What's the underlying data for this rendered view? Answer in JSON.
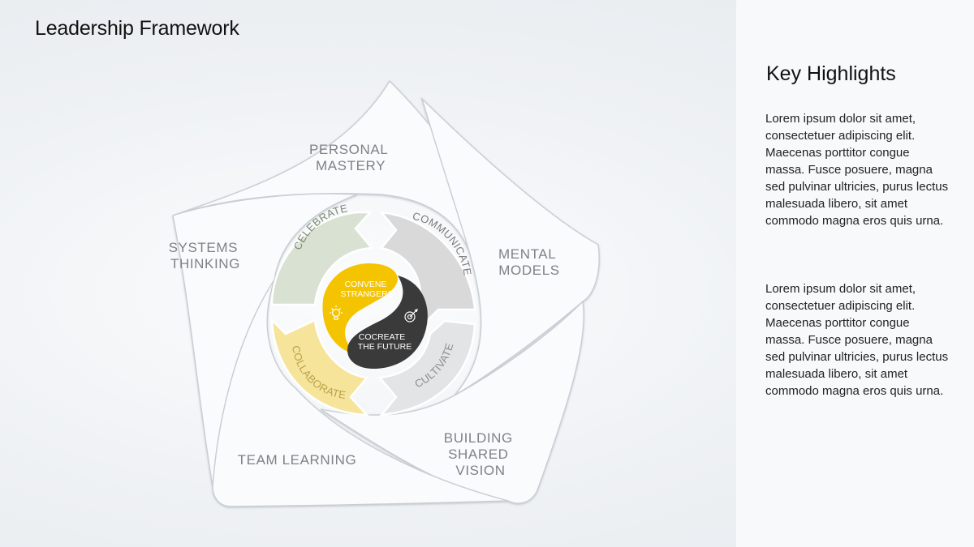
{
  "slide": {
    "title": "Leadership Framework"
  },
  "diagram": {
    "outer": {
      "personal_mastery": [
        "PERSONAL",
        "MASTERY"
      ],
      "mental_models": [
        "MENTAL",
        "MODELS"
      ],
      "building_shared_vision": [
        "BUILDING",
        "SHARED",
        "VISION"
      ],
      "team_learning": [
        "TEAM LEARNING"
      ],
      "systems_thinking": [
        "SYSTEMS",
        "THINKING"
      ]
    },
    "ring": {
      "celebrate": "CELEBRATE",
      "communicate": "COMMUNICATE",
      "cultivate": "CULTIVATE",
      "collaborate": "COLLABORATE"
    },
    "center": {
      "convene": [
        "CONVENE",
        "STRANGERS"
      ],
      "cocreate": [
        "COCREATE",
        "THE FUTURE"
      ]
    },
    "icons": {
      "bulb": "lightbulb-icon",
      "target": "target-icon"
    },
    "colors": {
      "celebrate": "#d9e2d2",
      "communicate": "#d9d9d9",
      "cultivate": "#e2e4e6",
      "collaborate": "#f6e49a",
      "yellow": "#f5c400",
      "dark": "#3a3a3a"
    }
  },
  "panel": {
    "heading": "Key Highlights",
    "paragraphs": [
      "Lorem ipsum dolor sit amet, consectetuer adipiscing elit. Maecenas porttitor congue massa. Fusce posuere, magna sed pulvinar ultricies, purus lectus malesuada libero, sit amet commodo magna eros quis urna.",
      "Lorem ipsum dolor sit amet, consectetuer adipiscing elit. Maecenas porttitor congue massa. Fusce posuere, magna sed pulvinar ultricies, purus lectus malesuada libero, sit amet commodo magna eros quis urna."
    ]
  }
}
